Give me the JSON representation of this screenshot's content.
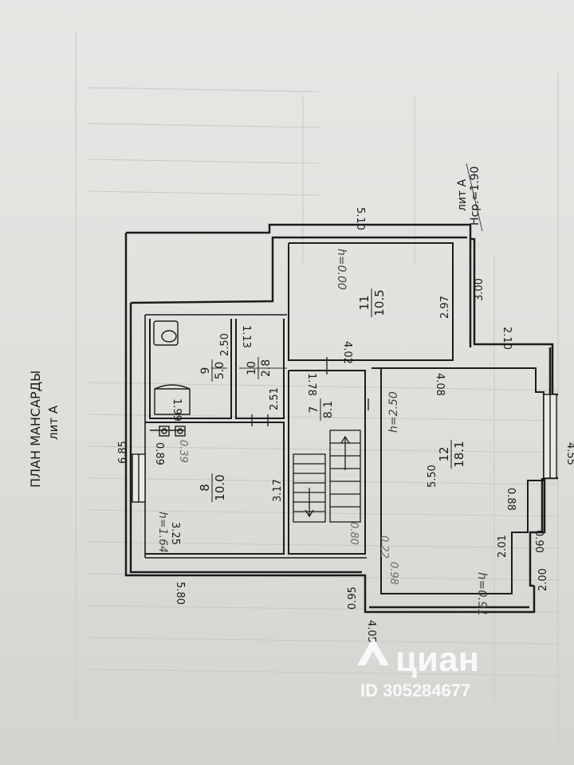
{
  "plan": {
    "title": "ПЛАН МАНСАРДЫ",
    "subtitle": "лит А",
    "block_label": "лит А",
    "avg_height": "Нср.=1.90"
  },
  "rooms": [
    {
      "number": "7",
      "area": "8.1"
    },
    {
      "number": "8",
      "area": "10.0"
    },
    {
      "number": "9",
      "area": "5.0"
    },
    {
      "number": "10",
      "area": "2.8"
    },
    {
      "number": "11",
      "area": "10.5"
    },
    {
      "number": "12",
      "area": "18.1"
    }
  ],
  "heights": {
    "room11": "h=0.00",
    "room12_top": "h=2.50",
    "room12_bottom": "h=0.91",
    "room8": "h=1.64"
  },
  "dims": {
    "d_6_85": "6.85",
    "d_5_10": "5.10",
    "d_3_00": "3.00",
    "d_2_10": "2.10",
    "d_4_55": "4.55",
    "d_0_90": "0.90",
    "d_2_00": "2.00",
    "d_4_05": "4.05",
    "d_0_95": "0.95",
    "d_5_80": "5.80",
    "d_2_50": "2.50",
    "d_1_99": "1.99",
    "d_1_13": "1.13",
    "d_2_51": "2.51",
    "d_0_89": "0.89",
    "d_0_39": "0.39",
    "d_3_17": "3.17",
    "d_3_25": "3.25",
    "d_2_97": "2.97",
    "d_4_02": "4.02",
    "d_1_78": "1.78",
    "d_4_08": "4.08",
    "d_5_50": "5.50",
    "d_0_88": "0.88",
    "d_2_01": "2.01",
    "d_0_80": "0.80",
    "d_0_22": "0.22",
    "d_0_98": "0.98"
  },
  "watermark": {
    "brand": "циан",
    "id": "ID 305284677"
  }
}
